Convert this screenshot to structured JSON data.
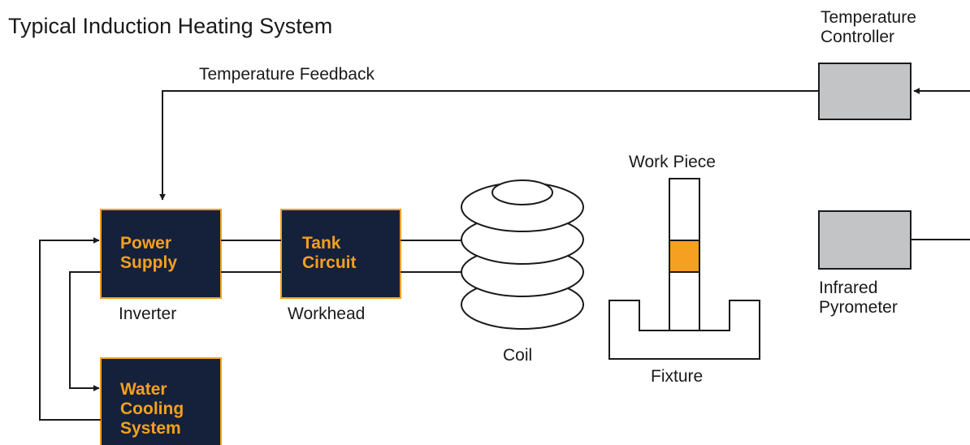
{
  "title": "Typical Induction Heating System",
  "feedback_label": "Temperature Feedback",
  "temperature_controller": {
    "line1": "Temperature",
    "line2": "Controller"
  },
  "infrared_pyrometer": {
    "line1": "Infrared",
    "line2": "Pyrometer"
  },
  "power_supply": {
    "line1": "Power",
    "line2": "Supply",
    "caption": "Inverter"
  },
  "tank_circuit": {
    "line1": "Tank",
    "line2": "Circuit",
    "caption": "Workhead"
  },
  "water_cooling": {
    "line1": "Water",
    "line2": "Cooling",
    "line3": "System"
  },
  "coil_label": "Coil",
  "work_piece_label": "Work Piece",
  "fixture_label": "Fixture",
  "colors": {
    "block_fill": "#15213a",
    "block_border": "#f5a020",
    "block_text": "#f5a020",
    "instrument_fill": "#c3c4c6",
    "heated_zone": "#f5a020",
    "line": "#1a1a1a"
  }
}
